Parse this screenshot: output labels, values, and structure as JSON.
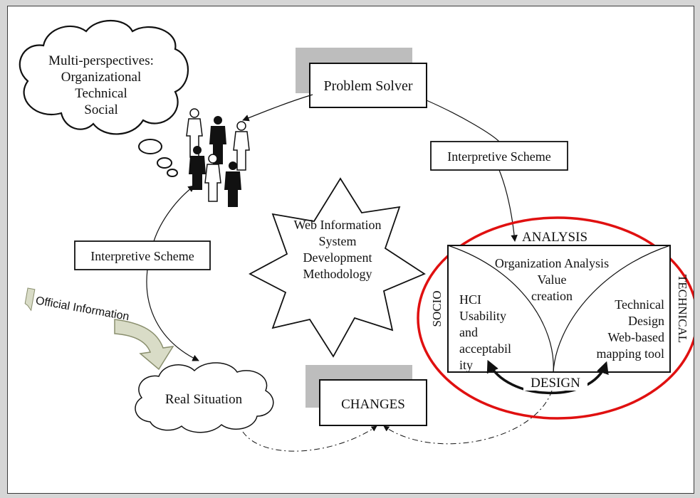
{
  "thought_bubble": {
    "lines": [
      "Multi-perspectives:",
      "Organizational",
      "Technical",
      "Social"
    ]
  },
  "problem_solver": {
    "label": "Problem Solver"
  },
  "interpretive_scheme_right": {
    "label": "Interpretive Scheme"
  },
  "interpretive_scheme_left": {
    "label": "Interpretive Scheme"
  },
  "star": {
    "lines": [
      "Web Information",
      "System",
      "Development",
      "Methodology"
    ]
  },
  "official_information": {
    "label": "Official Information"
  },
  "real_situation": {
    "label": "Real Situation"
  },
  "changes": {
    "label": "CHANGES"
  },
  "framework": {
    "analysis": "ANALYSIS",
    "socio": "SOCIO",
    "technical": "TECHNICAL",
    "design": "DESIGN",
    "top_lines": [
      "Organization Analysis",
      "Value",
      "creation"
    ],
    "left_lines": [
      "HCI",
      "Usability",
      "and",
      "acceptabil",
      "ity"
    ],
    "right_lines": [
      "Technical",
      "Design",
      "Web-based",
      "mapping tool"
    ]
  },
  "colors": {
    "frame": "#d6d6d6",
    "highlight_ellipse": "#e01010",
    "shadow_box": "#bdbdbd",
    "arrow_fill": "#d9dcc7"
  }
}
